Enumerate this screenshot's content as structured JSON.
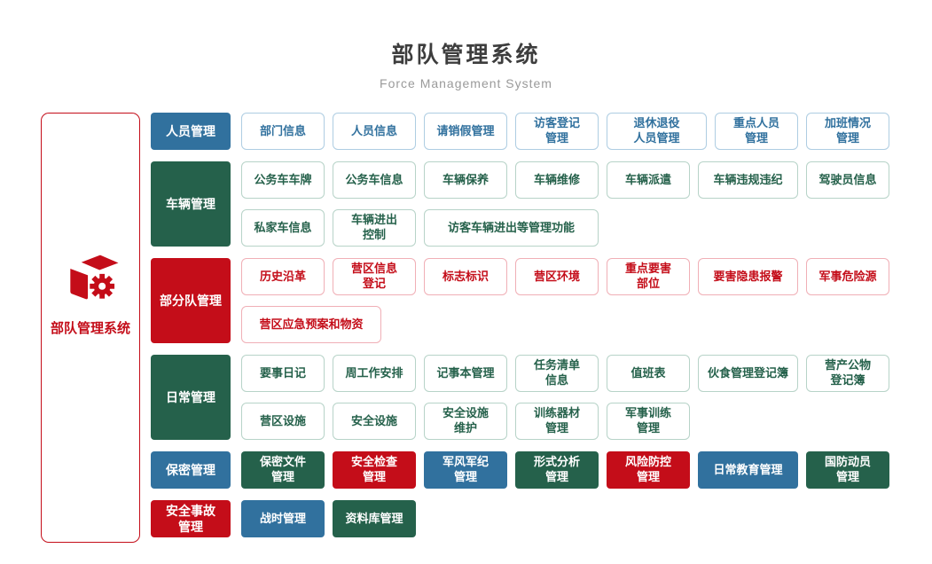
{
  "header": {
    "title": "部队管理系统",
    "subtitle": "Force Management System"
  },
  "root": {
    "label": "部队管理系统",
    "icon": "cube-gear-icon"
  },
  "colors": {
    "blue": "#31719e",
    "green": "#25614b",
    "red": "#c40d19",
    "blue_border": "#aecde2",
    "green_border": "#b7d3c8",
    "red_border": "#f0afb6"
  },
  "groups": [
    {
      "label": "人员管理",
      "color": "blue",
      "rows": [
        [
          {
            "label": "部门信息"
          },
          {
            "label": "人员信息"
          },
          {
            "label": "请销假管理"
          },
          {
            "label": "访客登记\n管理"
          },
          {
            "label": "退休退役\n人员管理",
            "size": "wide"
          },
          {
            "label": "重点人员\n管理"
          },
          {
            "label": "加班情况\n管理"
          }
        ]
      ]
    },
    {
      "label": "车辆管理",
      "color": "green",
      "rows": [
        [
          {
            "label": "公务车车牌"
          },
          {
            "label": "公务车信息"
          },
          {
            "label": "车辆保养"
          },
          {
            "label": "车辆维修"
          },
          {
            "label": "车辆派遣"
          },
          {
            "label": "车辆违规违纪",
            "size": "wide"
          },
          {
            "label": "驾驶员信息"
          }
        ],
        [
          {
            "label": "私家车信息"
          },
          {
            "label": "车辆进出\n控制"
          },
          {
            "label": "访客车辆进出等管理功能",
            "size": "xwide"
          }
        ]
      ]
    },
    {
      "label": "部分队管理",
      "color": "red",
      "rows": [
        [
          {
            "label": "历史沿革"
          },
          {
            "label": "营区信息\n登记"
          },
          {
            "label": "标志标识"
          },
          {
            "label": "营区环境"
          },
          {
            "label": "重点要害\n部位"
          },
          {
            "label": "要害隐患报警",
            "size": "wide"
          },
          {
            "label": "军事危险源"
          }
        ],
        [
          {
            "label": "营区应急预案和物资",
            "size": "mwide"
          }
        ]
      ]
    },
    {
      "label": "日常管理",
      "color": "green",
      "rows": [
        [
          {
            "label": "要事日记"
          },
          {
            "label": "周工作安排"
          },
          {
            "label": "记事本管理"
          },
          {
            "label": "任务清单\n信息"
          },
          {
            "label": "值班表"
          },
          {
            "label": "伙食管理登记簿",
            "size": "wide"
          },
          {
            "label": "营产公物\n登记簿"
          }
        ],
        [
          {
            "label": "营区设施"
          },
          {
            "label": "安全设施"
          },
          {
            "label": "安全设施\n维护"
          },
          {
            "label": "训练器材\n管理"
          },
          {
            "label": "军事训练\n管理"
          }
        ]
      ]
    }
  ],
  "solid_rows": [
    {
      "lead": {
        "label": "保密管理",
        "color": "blue"
      },
      "items": [
        {
          "label": "保密文件\n管理",
          "color": "green"
        },
        {
          "label": "安全检查\n管理",
          "color": "red"
        },
        {
          "label": "军风军纪\n管理",
          "color": "blue"
        },
        {
          "label": "形式分析\n管理",
          "color": "green"
        },
        {
          "label": "风险防控\n管理",
          "color": "red"
        },
        {
          "label": "日常教育管理",
          "color": "blue",
          "size": "wide"
        },
        {
          "label": "国防动员\n管理",
          "color": "green"
        }
      ]
    },
    {
      "lead": {
        "label": "安全事故\n管理",
        "color": "red"
      },
      "items": [
        {
          "label": "战时管理",
          "color": "blue"
        },
        {
          "label": "资料库管理",
          "color": "green"
        }
      ]
    }
  ]
}
